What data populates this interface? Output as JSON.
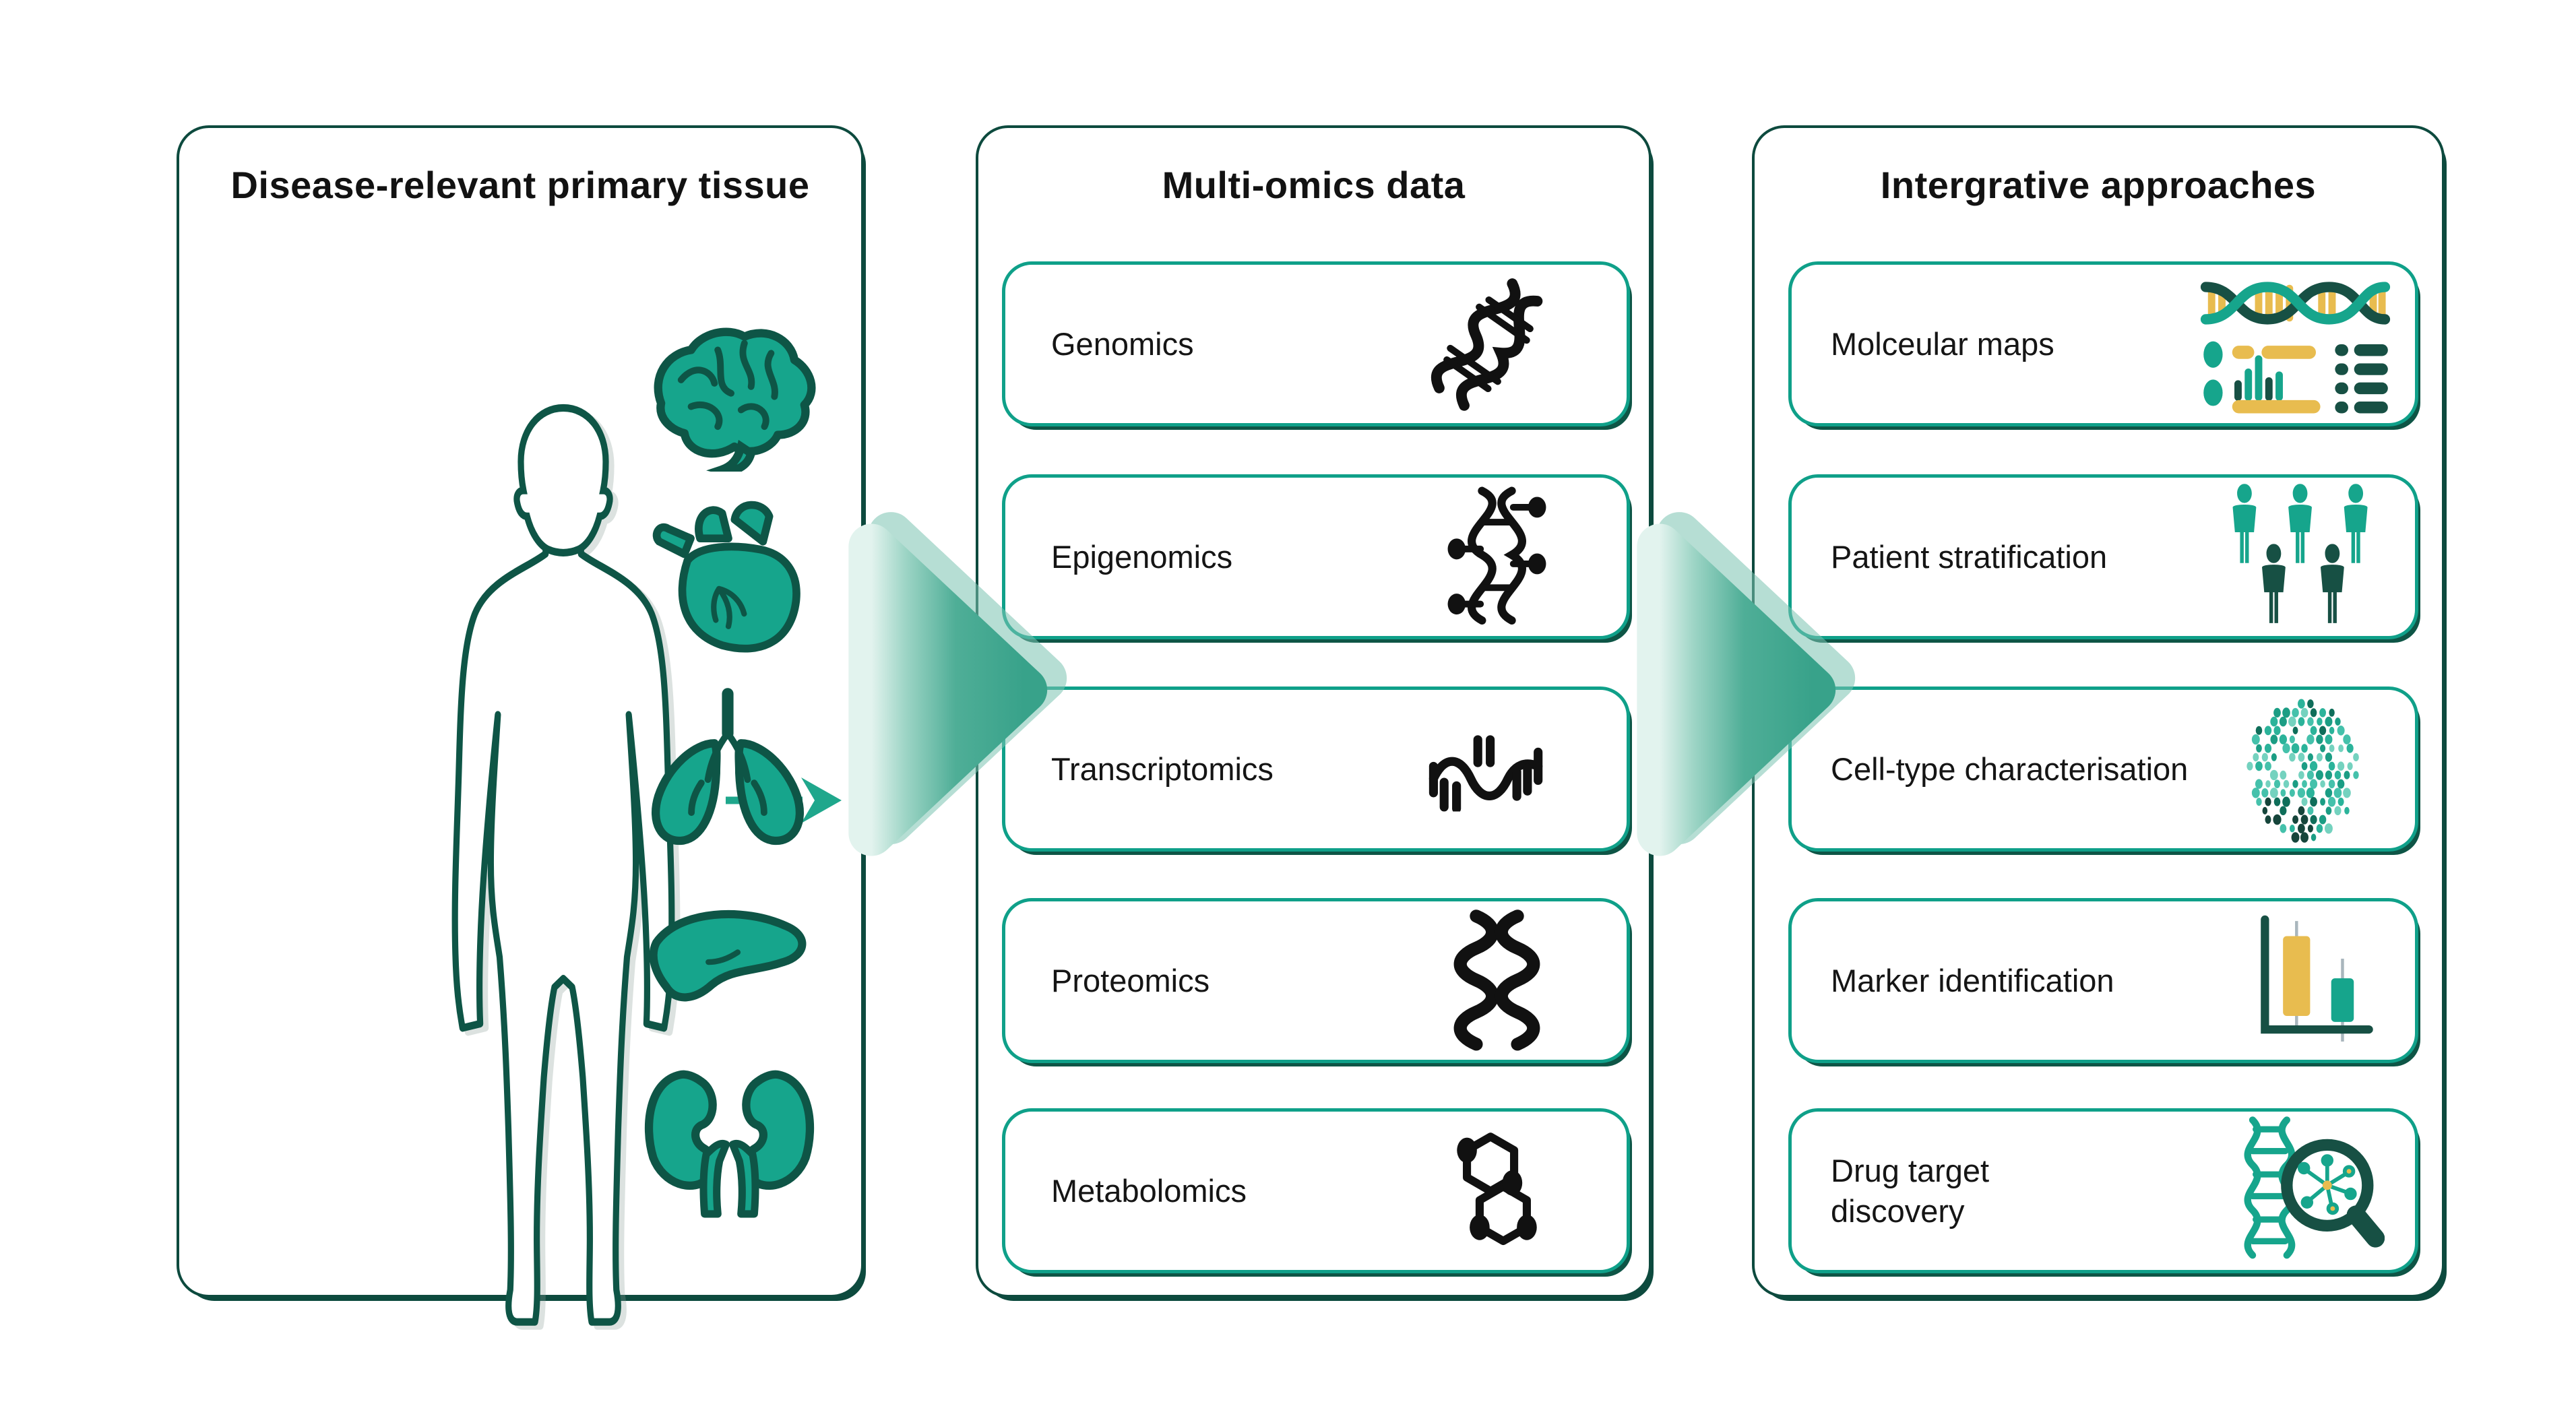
{
  "colors": {
    "teal": "#16A58C",
    "dark_green": "#175044",
    "panel_border": "#0D4A3E",
    "box_border": "#0FA089",
    "gold": "#E8BC4F",
    "chevron_teal": "#44A690",
    "chevron_light": "#D8EFE8",
    "ink": "#121212",
    "whisker_gray": "#A9B6BD"
  },
  "panel_tissue": {
    "title": "Disease-relevant primary tissue",
    "organs": [
      {
        "name": "brain"
      },
      {
        "name": "heart"
      },
      {
        "name": "lungs"
      },
      {
        "name": "liver"
      },
      {
        "name": "kidneys"
      }
    ]
  },
  "panel_omics": {
    "title": "Multi-omics data",
    "rows": [
      {
        "label": "Genomics",
        "icon": "dna-helix-icon"
      },
      {
        "label": "Epigenomics",
        "icon": "methylated-dna-icon"
      },
      {
        "label": "Transcriptomics",
        "icon": "rna-strand-icon"
      },
      {
        "label": "Proteomics",
        "icon": "protein-helix-icon"
      },
      {
        "label": "Metabolomics",
        "icon": "metabolite-molecule-icon"
      }
    ]
  },
  "panel_approaches": {
    "title": "Intergrative approaches",
    "rows": [
      {
        "label": "Molceular maps",
        "icon": "molecular-map-icon"
      },
      {
        "label": "Patient stratification",
        "icon": "patient-group-icon"
      },
      {
        "label": "Cell-type characterisation",
        "icon": "cell-cluster-icon"
      },
      {
        "label": "Marker identification",
        "icon": "marker-plot-icon"
      },
      {
        "label": "Drug target discovery",
        "icon": "drug-target-magnifier-icon"
      }
    ]
  }
}
